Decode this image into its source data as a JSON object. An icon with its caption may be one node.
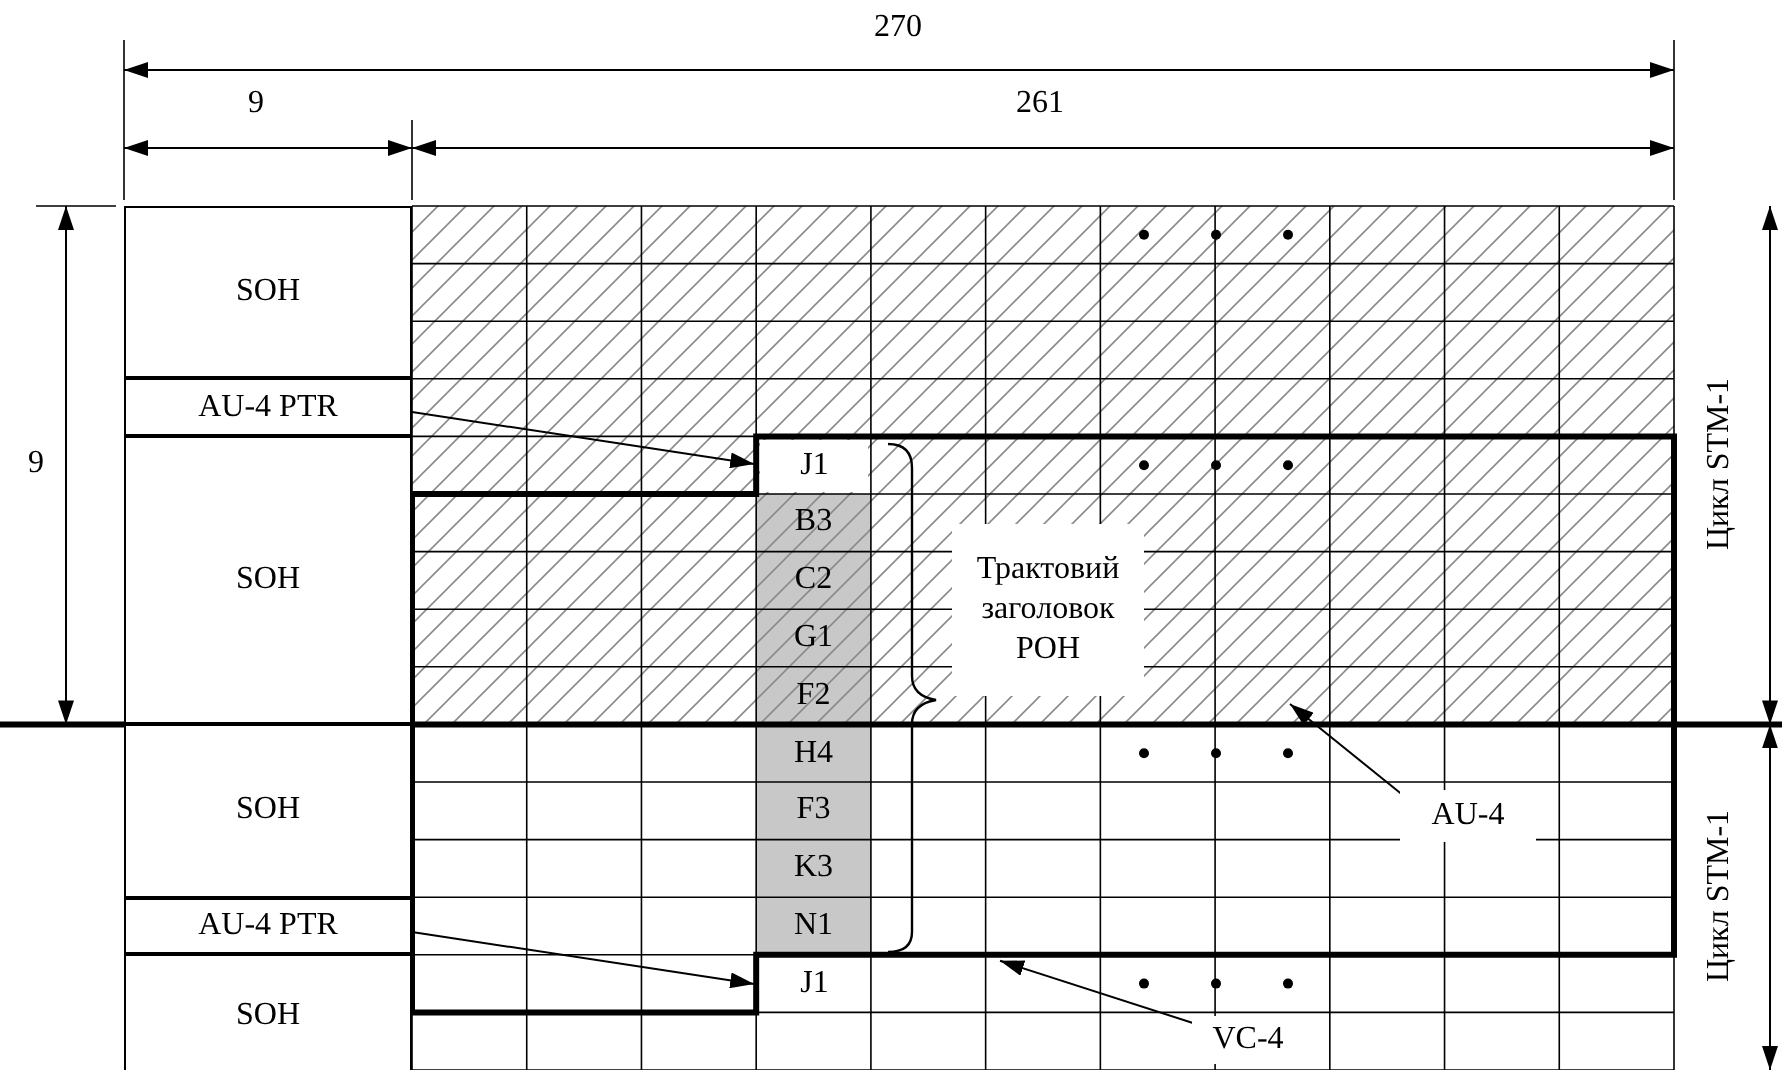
{
  "diagram": {
    "nodes": [
      {
        "text": [
          "SOH"
        ]
      },
      {
        "text": [
          "AU-4 PTR"
        ]
      },
      {
        "text": [
          "J1"
        ]
      },
      {
        "text": [
          "SOH"
        ]
      },
      {
        "text": [
          "B3"
        ]
      },
      {
        "text": [
          "C2"
        ]
      },
      {
        "text": [
          "Трактовий заголовок POH"
        ]
      },
      {
        "text": [
          "G1"
        ]
      },
      {
        "text": [
          "F2"
        ]
      },
      {
        "text": [
          "SOH"
        ]
      },
      {
        "text": [
          "H4"
        ]
      },
      {
        "text": [
          "F3"
        ]
      },
      {
        "text": [
          "AU-4"
        ]
      },
      {
        "text": [
          "K3"
        ]
      },
      {
        "text": [
          "AU-4 PTR"
        ]
      },
      {
        "text": [
          "N1"
        ]
      },
      {
        "text": [
          "J1"
        ]
      },
      {
        "text": [
          "SOH"
        ]
      },
      {
        "text": [
          "VC-4"
        ]
      }
    ],
    "edges": [
      {
        "from": 1,
        "to": 2,
        "arrow": "to"
      },
      {
        "from": 14,
        "to": 16,
        "arrow": "to"
      },
      {
        "from": 12,
        "to": null,
        "arrow": "to"
      },
      {
        "from": 18,
        "to": null,
        "arrow": "to"
      }
    ],
    "labels": [
      "270",
      "9",
      "261",
      "9",
      "Цикл STM-1",
      "Цикл STM-1"
    ]
  }
}
